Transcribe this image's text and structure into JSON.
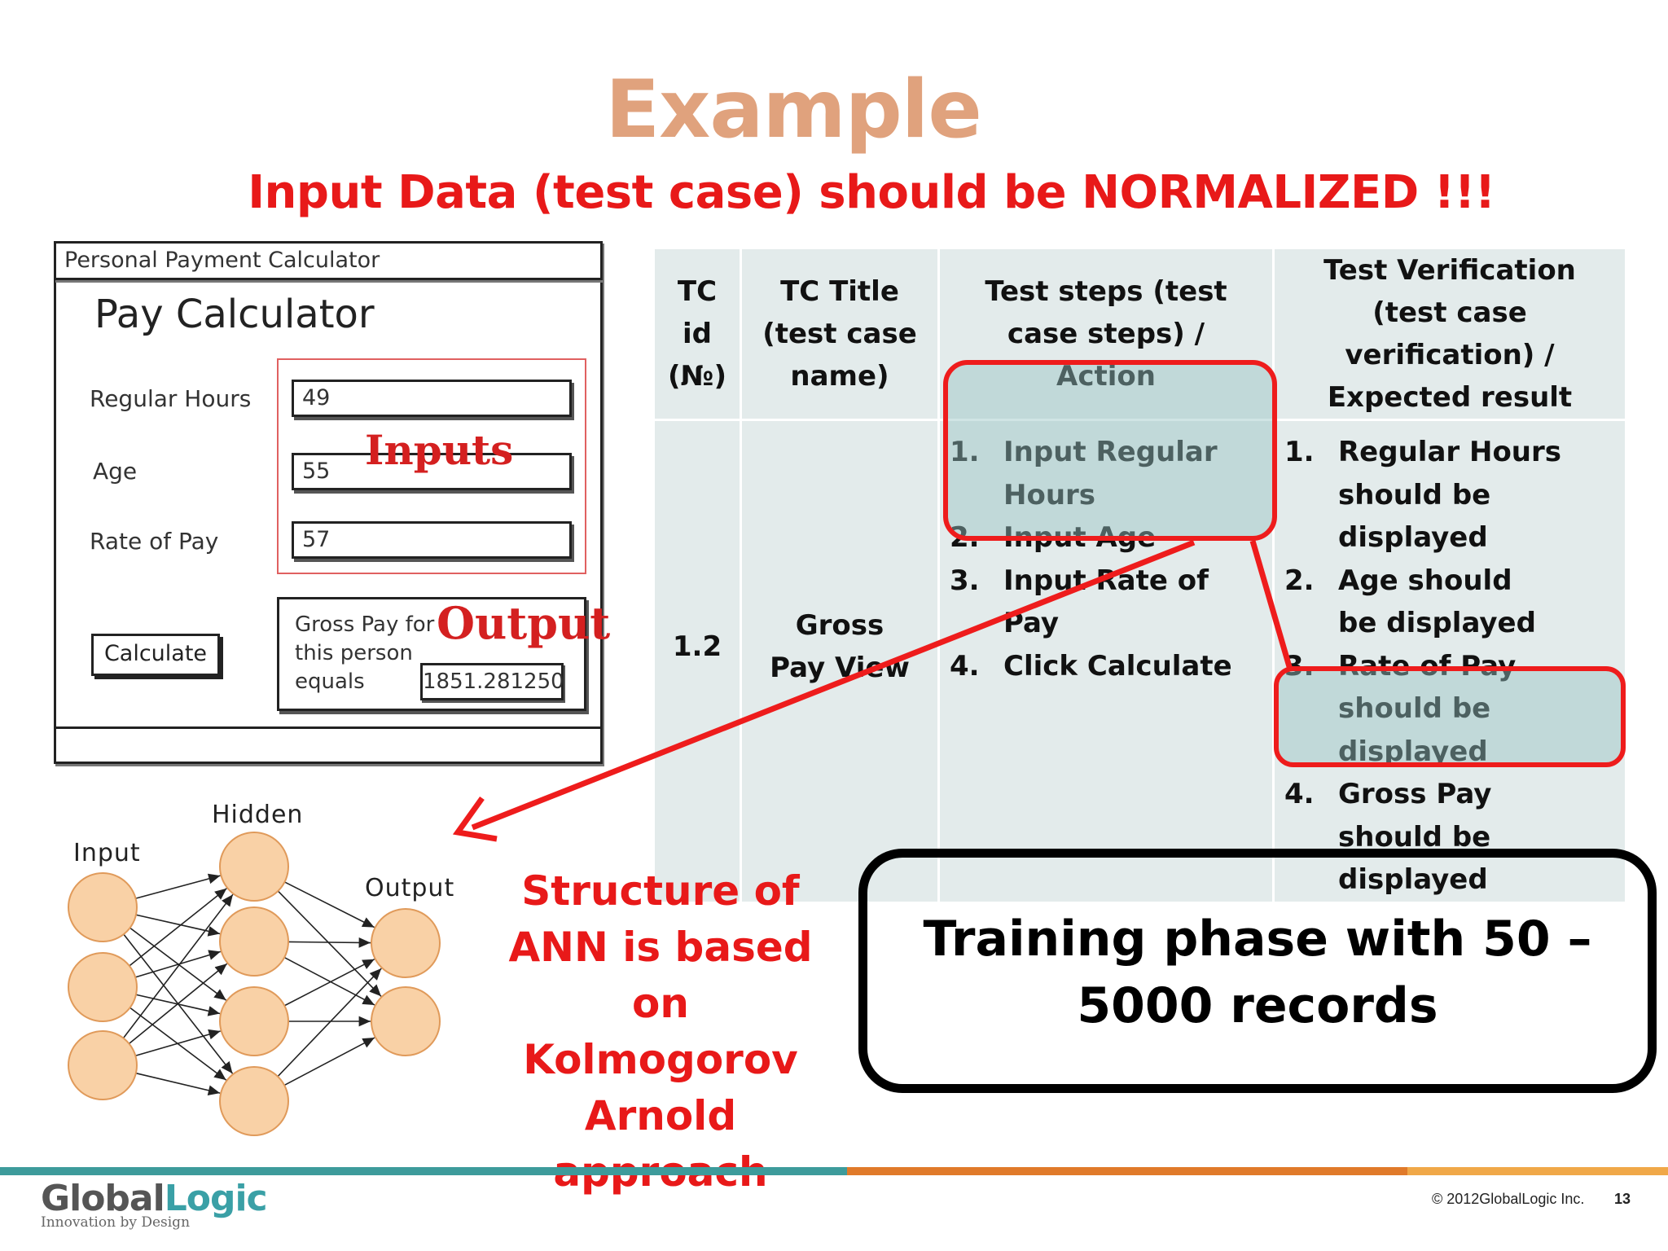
{
  "slide": {
    "title": "Example",
    "subtitle": "Input Data (test case) should be NORMALIZED !!!"
  },
  "mockup": {
    "window_title": "Personal Payment Calculator",
    "heading": "Pay Calculator",
    "fields": [
      {
        "label": "Regular Hours",
        "value": "49"
      },
      {
        "label": "Age",
        "value": "55"
      },
      {
        "label": "Rate of Pay",
        "value": "57"
      }
    ],
    "inputs_annotation": "Inputs",
    "output_annotation": "Output",
    "output_label": "Gross Pay for this person equals",
    "output_value": "1851.281250",
    "calculate_button": "Calculate"
  },
  "table": {
    "headers": [
      "TC id (№)",
      "TC Title (test case name)",
      "Test steps (test case steps) / Action",
      "Test Verification (test case verification) / Expected result"
    ],
    "tc_id": "1.2",
    "tc_title": "Gross Pay View",
    "steps": [
      {
        "num": "1.",
        "text": "Input Regular Hours"
      },
      {
        "num": "2.",
        "text": "Input Age"
      },
      {
        "num": "3.",
        "text": "Input Rate of Pay"
      },
      {
        "num": "4.",
        "text": "Click Calculate"
      }
    ],
    "results": [
      {
        "num": "1.",
        "text": "Regular Hours should be displayed"
      },
      {
        "num": "2.",
        "text": "Age should be displayed"
      },
      {
        "num": "3.",
        "text": "Rate of Pay should be displayed"
      },
      {
        "num": "4.",
        "text": "Gross Pay should be displayed"
      }
    ]
  },
  "network": {
    "input_label": "Input",
    "hidden_label": "Hidden",
    "output_label": "Output",
    "node_fill": "#f9d1a6",
    "node_stroke": "#e09a5a"
  },
  "structure_text": "Structure of ANN is based on Kolmogorov Arnold approach",
  "training_text": "Training phase with 50 – 5000 records",
  "footer": {
    "logo_main_1": "Global",
    "logo_main_2": "Logic",
    "logo_tagline": "Innovation by Design",
    "copyright": "© 2012GlobalLogic Inc.",
    "page_number": "13"
  },
  "colors": {
    "title": "#e0a27d",
    "accent_red": "#e81919",
    "table_bg": "#e3ebeb",
    "highlight_fill": "#b9d5d5",
    "teal_bar": "#3d9b9b",
    "orange_bar": "#e07a2a"
  }
}
